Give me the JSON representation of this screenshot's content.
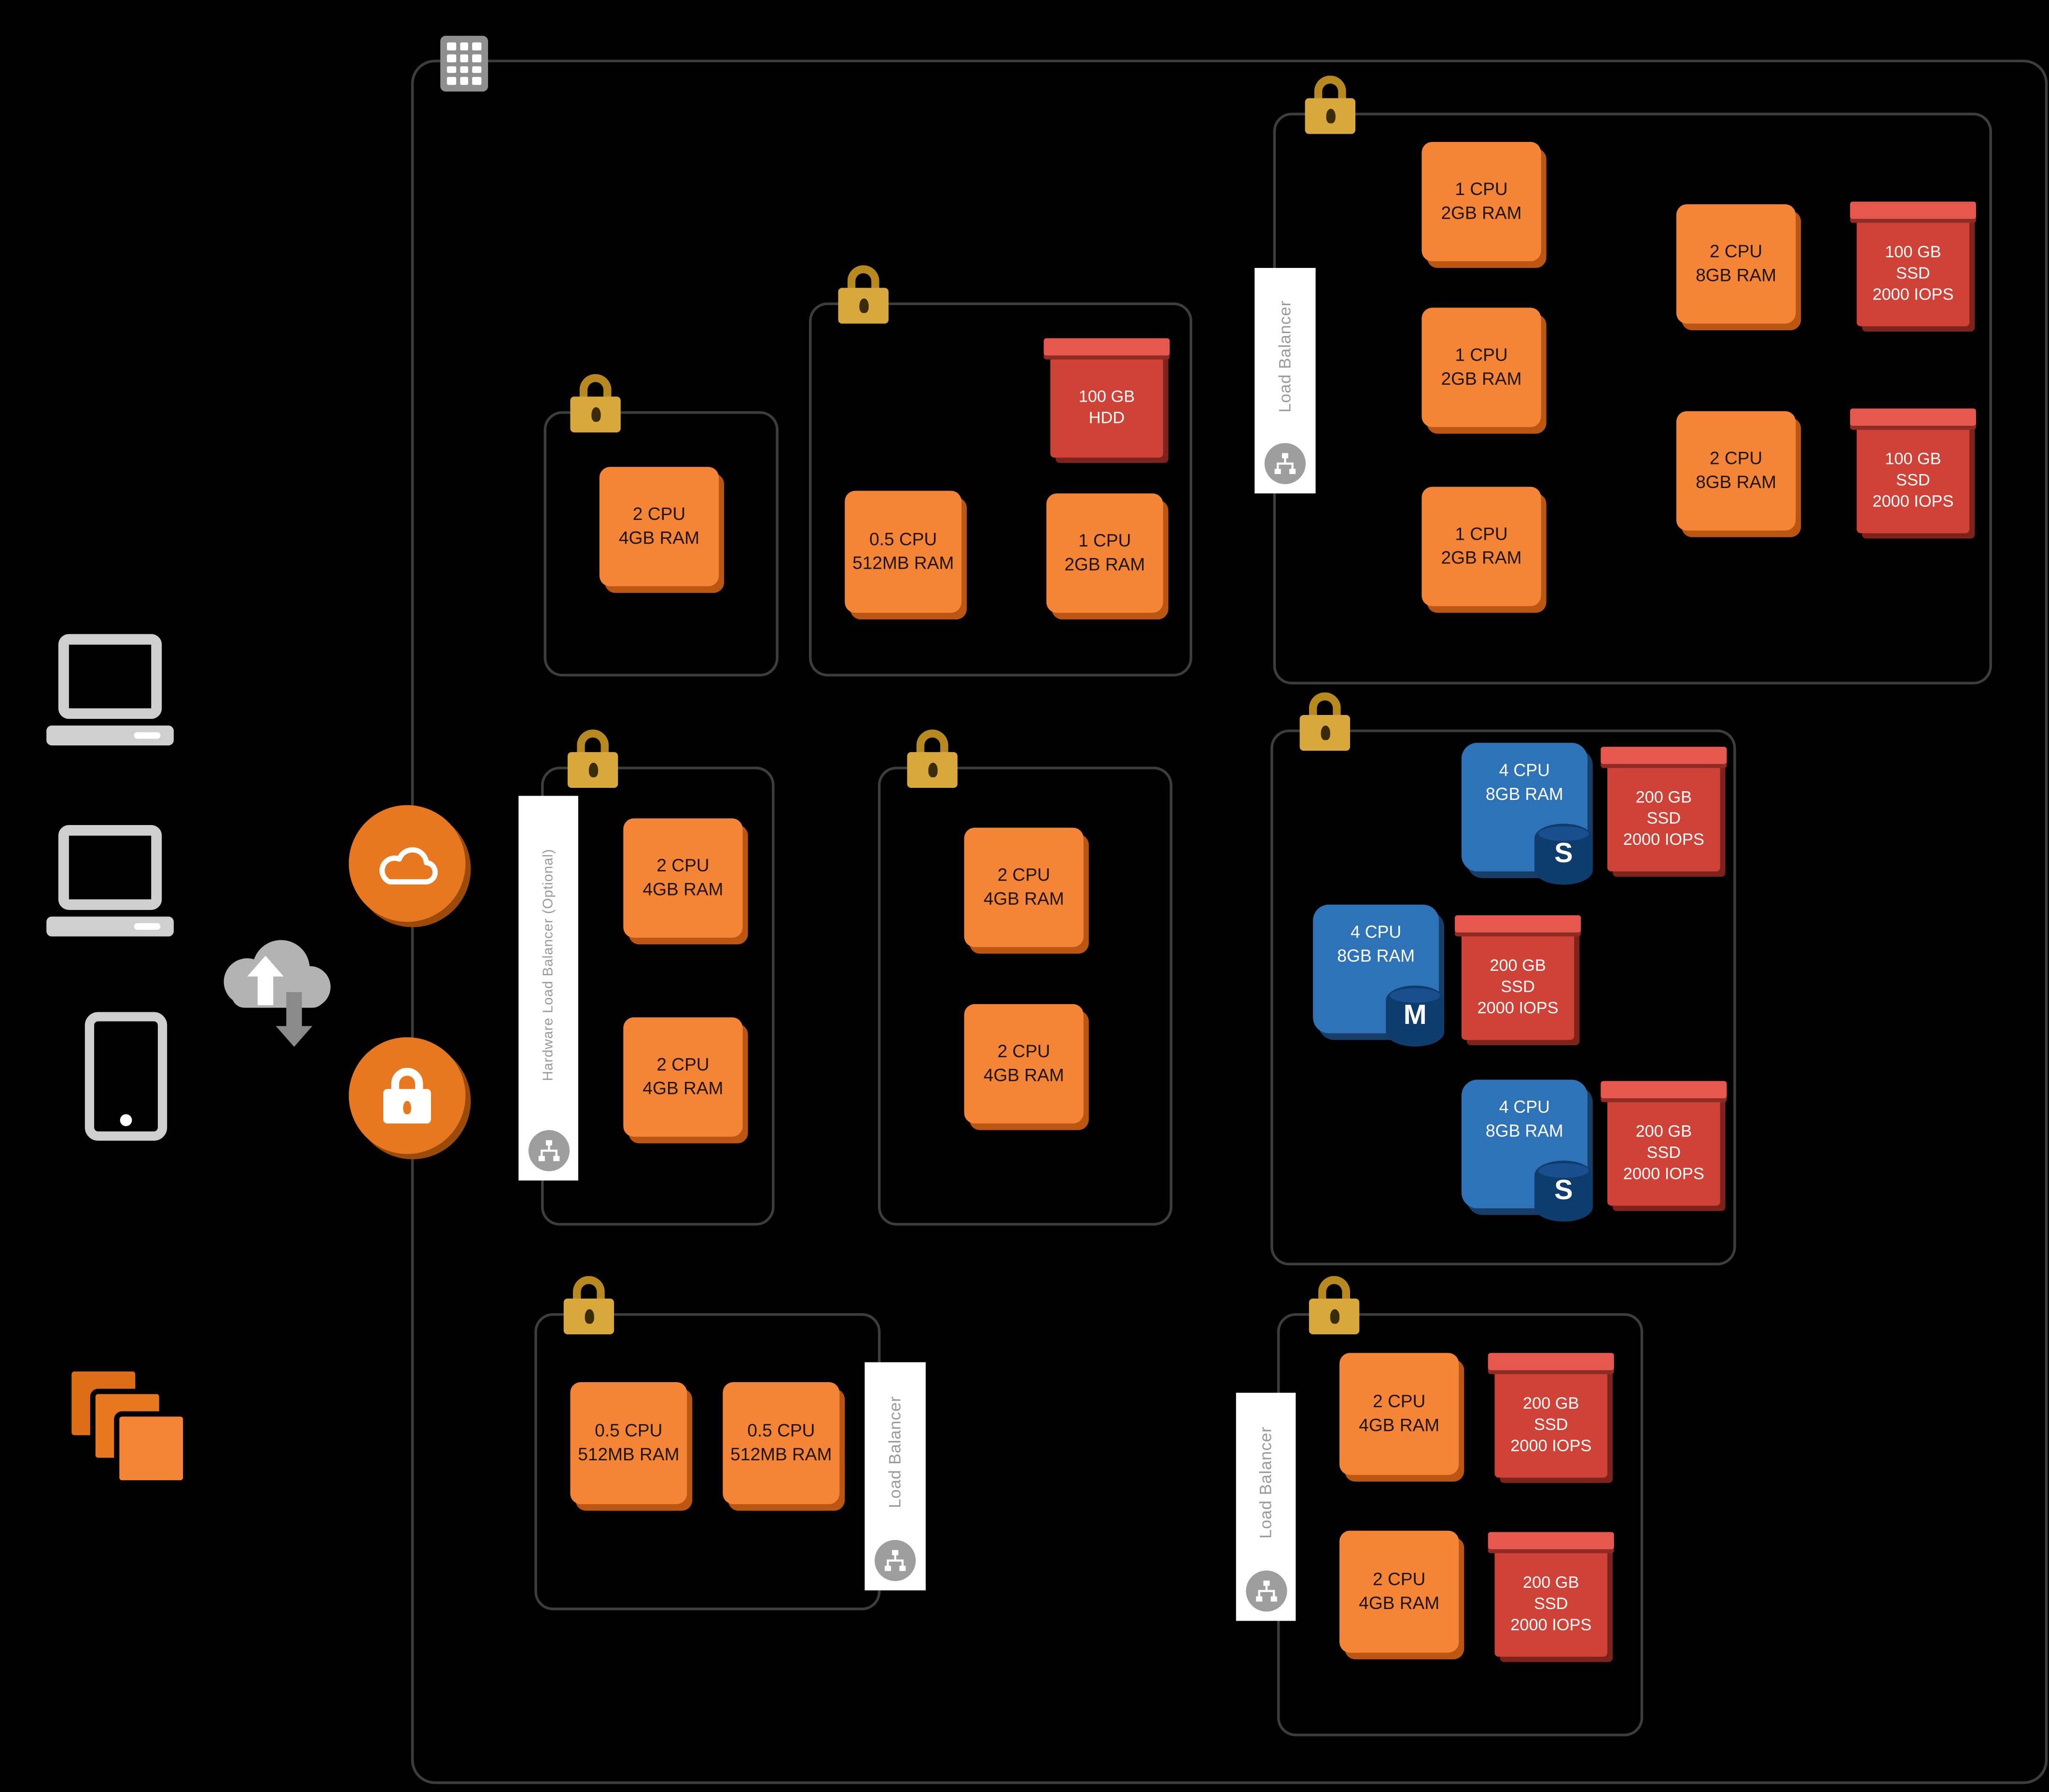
{
  "colors": {
    "background": "#000000",
    "compute_box": "#F58536",
    "compute_shadow": "#BA5512",
    "storage_body": "#CE4238",
    "storage_lid": "#E6574D",
    "database_box": "#2E73B8",
    "database_cylinder": "#0D3C6D",
    "padlock_gold": "#D9A83C",
    "boundary_circle_orange": "#E8781F",
    "frame_border": "#3d3d3d",
    "lb_label_bg": "#ffffff",
    "lb_label_text": "#9a9a9a"
  },
  "icons": {
    "datacenter": "building-grid-icon",
    "client_laptop": "laptop-icon",
    "client_mobile": "smartphone-icon",
    "internet": "cloud-transfer-icon",
    "cloud_gateway": "cloud-outline-icon",
    "secure_gateway": "lock-icon",
    "instance_stack": "stacked-squares-icon",
    "security_group": "padlock-icon",
    "load_balancer": "network-nodes-icon"
  },
  "lb_labels": {
    "app_cluster": "Load Balancer",
    "hardware": "Hardware Load Balancer (Optional)",
    "micro_pair": "Load Balancer",
    "data_pair": "Load Balancer"
  },
  "groups": {
    "single_web": {
      "nodes": [
        {
          "type": "compute",
          "lines": [
            "2 CPU",
            "4GB RAM"
          ]
        }
      ]
    },
    "mixed_small": {
      "nodes": [
        {
          "type": "storage",
          "lines": [
            "100 GB",
            "HDD"
          ]
        },
        {
          "type": "compute",
          "lines": [
            "0.5 CPU",
            "512MB RAM"
          ]
        },
        {
          "type": "compute",
          "lines": [
            "1 CPU",
            "2GB RAM"
          ]
        }
      ]
    },
    "app_cluster": {
      "nodes": [
        {
          "type": "compute",
          "lines": [
            "1 CPU",
            "2GB RAM"
          ]
        },
        {
          "type": "compute",
          "lines": [
            "1 CPU",
            "2GB RAM"
          ]
        },
        {
          "type": "compute",
          "lines": [
            "1 CPU",
            "2GB RAM"
          ]
        },
        {
          "type": "compute",
          "lines": [
            "2 CPU",
            "8GB RAM"
          ]
        },
        {
          "type": "compute",
          "lines": [
            "2 CPU",
            "8GB RAM"
          ]
        },
        {
          "type": "storage",
          "lines": [
            "100 GB",
            "SSD",
            "2000 IOPS"
          ]
        },
        {
          "type": "storage",
          "lines": [
            "100 GB",
            "SSD",
            "2000 IOPS"
          ]
        }
      ]
    },
    "hw_lb_pair": {
      "nodes": [
        {
          "type": "compute",
          "lines": [
            "2 CPU",
            "4GB RAM"
          ]
        },
        {
          "type": "compute",
          "lines": [
            "2 CPU",
            "4GB RAM"
          ]
        }
      ]
    },
    "mid_pair": {
      "nodes": [
        {
          "type": "compute",
          "lines": [
            "2 CPU",
            "4GB RAM"
          ]
        },
        {
          "type": "compute",
          "lines": [
            "2 CPU",
            "4GB RAM"
          ]
        }
      ]
    },
    "database_tier": {
      "nodes": [
        {
          "type": "db",
          "letter": "S",
          "lines": [
            "4 CPU",
            "8GB RAM"
          ]
        },
        {
          "type": "storage",
          "lines": [
            "200 GB",
            "SSD",
            "2000 IOPS"
          ]
        },
        {
          "type": "db",
          "letter": "M",
          "lines": [
            "4 CPU",
            "8GB RAM"
          ]
        },
        {
          "type": "storage",
          "lines": [
            "200 GB",
            "SSD",
            "2000 IOPS"
          ]
        },
        {
          "type": "db",
          "letter": "S",
          "lines": [
            "4 CPU",
            "8GB RAM"
          ]
        },
        {
          "type": "storage",
          "lines": [
            "200 GB",
            "SSD",
            "2000 IOPS"
          ]
        }
      ]
    },
    "micro_pair": {
      "nodes": [
        {
          "type": "compute",
          "lines": [
            "0.5 CPU",
            "512MB RAM"
          ]
        },
        {
          "type": "compute",
          "lines": [
            "0.5 CPU",
            "512MB RAM"
          ]
        }
      ]
    },
    "data_pair": {
      "nodes": [
        {
          "type": "compute",
          "lines": [
            "2 CPU",
            "4GB RAM"
          ]
        },
        {
          "type": "storage",
          "lines": [
            "200 GB",
            "SSD",
            "2000 IOPS"
          ]
        },
        {
          "type": "compute",
          "lines": [
            "2 CPU",
            "4GB RAM"
          ]
        },
        {
          "type": "storage",
          "lines": [
            "200 GB",
            "SSD",
            "2000 IOPS"
          ]
        }
      ]
    }
  }
}
